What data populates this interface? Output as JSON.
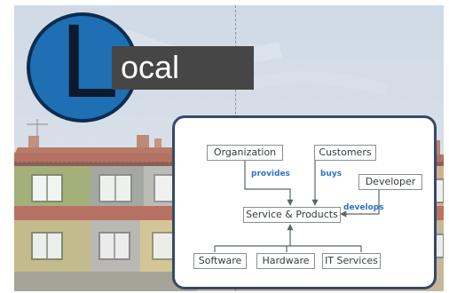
{
  "logo": {
    "letter": "L",
    "word": "ocal"
  },
  "diagram": {
    "nodes": {
      "organization": "Organization",
      "customers": "Customers",
      "developer": "Developer",
      "service_products": "Service & Products",
      "software": "Software",
      "hardware": "Hardware",
      "it_services": "IT Services"
    },
    "edges": {
      "provides": "provides",
      "buys": "buys",
      "develops": "develops"
    }
  },
  "colors": {
    "logo_circle": "#1f6fb5",
    "logo_bar": "#464646",
    "panel_border": "#364a66",
    "edge_label": "#2f72c4",
    "node_border": "#8a8f96"
  }
}
